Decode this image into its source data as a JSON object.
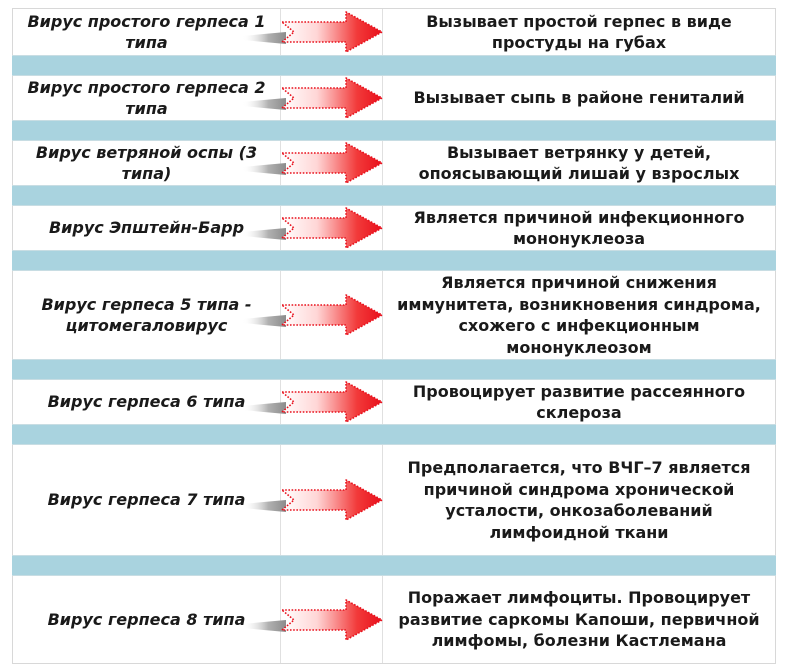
{
  "rows": [
    {
      "virus": "Вирус простого герпеса 1 типа",
      "effect": "Вызывает простой герпес в виде простуды на губах"
    },
    {
      "virus": "Вирус простого герпеса 2 типа",
      "effect": "Вызывает сыпь в районе гениталий"
    },
    {
      "virus": "Вирус ветряной оспы (3 типа)",
      "effect": "Вызывает ветрянку у детей, опоясывающий лишай у взрослых"
    },
    {
      "virus": "Вирус Эпштейн-Барр",
      "effect": "Является причиной инфекционного мононуклеоза"
    },
    {
      "virus": "Вирус герпеса 5 типа - цитомегаловирус",
      "effect": "Является причиной снижения иммунитета, возникновения синдрома, схожего с инфекционным мононуклеозом"
    },
    {
      "virus": "Вирус герпеса 6 типа",
      "effect": "Провоцирует развитие рассеянного склероза"
    },
    {
      "virus": "Вирус герпеса 7 типа",
      "effect": "Предполагается, что ВЧГ–7 является причиной синдрома хронической усталости, онкозаболеваний лимфоидной ткани"
    },
    {
      "virus": "Вирус герпеса 8 типа",
      "effect": "Поражает лимфоциты. Провоцирует развитие саркомы Капоши, первичной лимфомы, болезни Кастлемана"
    }
  ],
  "colors": {
    "separator": "#a9d3df",
    "arrow_red": "#e8101c",
    "arrow_shadow": "#9a9a9a"
  },
  "icons": {
    "arrow": "red-gradient-right-arrow-icon"
  }
}
